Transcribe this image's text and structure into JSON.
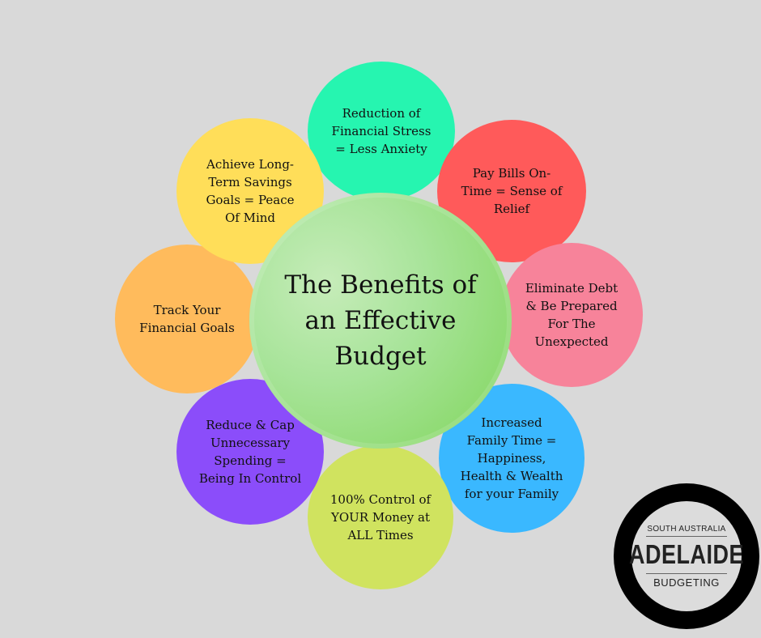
{
  "center": {
    "title": "The Benefits of an Effective Budget",
    "color": "#8fdc72"
  },
  "petals": [
    {
      "text": "Reduction of Financial Stress = Less Anxiety",
      "color": "#26f5b0"
    },
    {
      "text": "Pay Bills On-Time = Sense of Relief",
      "color": "#ff5a5a"
    },
    {
      "text": "Eliminate Debt & Be Prepared For The Unexpected",
      "color": "#f7839a"
    },
    {
      "text": "Increased Family Time = Happiness, Health & Wealth for your Family",
      "color": "#3ab8ff"
    },
    {
      "text": "100% Control of YOUR Money at ALL Times",
      "color": "#d0e35f"
    },
    {
      "text": "Reduce & Cap Unnecessary Spending = Being In Control",
      "color": "#8b4dfa"
    },
    {
      "text": "Track Your Financial Goals",
      "color": "#ffbb5c"
    },
    {
      "text": "Achieve Long-Term Savings Goals = Peace Of Mind",
      "color": "#ffde59"
    }
  ],
  "logo": {
    "top": "SOUTH AUSTRALIA",
    "main": "ADELAIDE",
    "bottom": "BUDGETING"
  }
}
